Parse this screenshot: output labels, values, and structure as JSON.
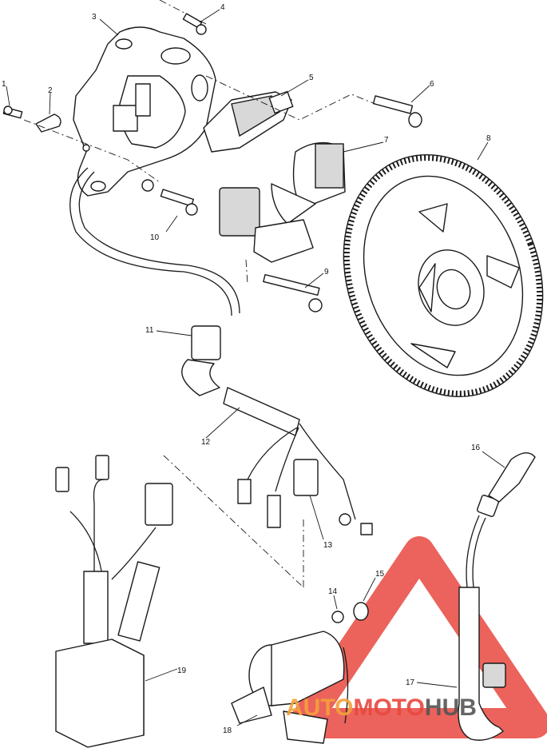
{
  "callouts": [
    "1",
    "2",
    "3",
    "4",
    "5",
    "6",
    "7",
    "8",
    "9",
    "10",
    "11",
    "12",
    "13",
    "14",
    "15",
    "16",
    "17",
    "18",
    "19"
  ],
  "watermark": {
    "part1": "AUTO",
    "part2": "MOTO",
    "part3": "HUB",
    "color_red": "#e8483f",
    "color_orange": "#f3a23a",
    "color_gray": "#555555"
  }
}
